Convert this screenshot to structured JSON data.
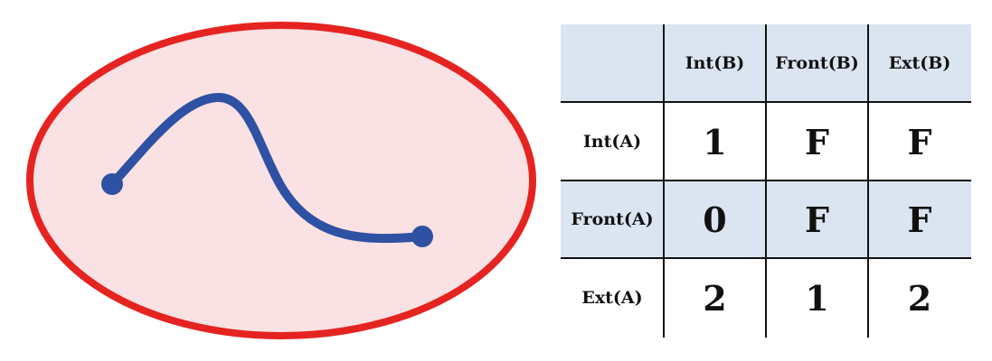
{
  "figure": {
    "region_color": "#e52320",
    "region_fill": "#fae1e3",
    "line_color": "#2f51a3"
  },
  "matrix": {
    "column_headers": [
      "Int(B)",
      "Front(B)",
      "Ext(B)"
    ],
    "rows": [
      {
        "header": "Int(A)",
        "values": [
          "1",
          "F",
          "F"
        ]
      },
      {
        "header": "Front(A)",
        "values": [
          "0",
          "F",
          "F"
        ]
      },
      {
        "header": "Ext(A)",
        "values": [
          "2",
          "1",
          "2"
        ]
      }
    ],
    "shade_color": "#dbe5f1"
  }
}
